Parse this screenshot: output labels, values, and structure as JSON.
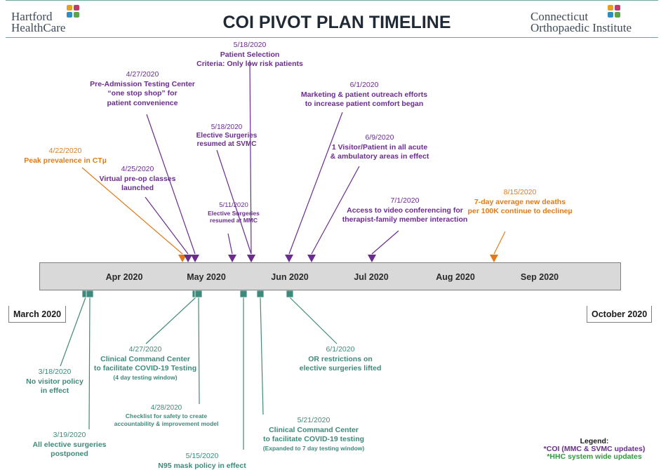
{
  "header": {
    "left_logo": [
      "Hartford",
      "HealthCare"
    ],
    "title": "COI PIVOT PLAN TIMELINE",
    "right_logo": [
      "Connecticut",
      "Orthopaedic Institute"
    ]
  },
  "colors": {
    "purple": "#6b2c8f",
    "teal": "#3e8a7a",
    "orange": "#e07b18",
    "bar": "#d9d9d9"
  },
  "timeline": {
    "months": [
      "Apr 2020",
      "May 2020",
      "Jun 2020",
      "Jul 2020",
      "Aug 2020",
      "Sep 2020"
    ],
    "start_label": "March 2020",
    "end_label": "October 2020"
  },
  "events_above": [
    {
      "date": "5/18/2020",
      "lines": [
        "Patient Selection",
        "Criteria: Only low risk patients"
      ],
      "kind": "coi"
    },
    {
      "date": "4/27/2020",
      "lines": [
        "Pre-Admission Testing Center",
        "“one stop shop” for",
        "patient convenience"
      ],
      "kind": "coi"
    },
    {
      "date": "6/1/2020",
      "lines": [
        "Marketing & patient outreach efforts",
        "to increase patient comfort began"
      ],
      "kind": "coi"
    },
    {
      "date": "5/18/2020",
      "lines": [
        "Elective Surgeries",
        "resumed at SVMC"
      ],
      "kind": "coi",
      "small": true
    },
    {
      "date": "6/9/2020",
      "lines": [
        "1 Visitor/Patient in all acute",
        "& ambulatory areas in effect"
      ],
      "kind": "coi"
    },
    {
      "date": "4/22/2020",
      "lines": [
        "Peak prevalence in CTµ"
      ],
      "kind": "hhc"
    },
    {
      "date": "4/25/2020",
      "lines": [
        "Virtual pre-op classes",
        "launched"
      ],
      "kind": "coi"
    },
    {
      "date": "5/11/2020",
      "lines": [
        "Elective Surgeries",
        "resumed at MMC"
      ],
      "kind": "coi",
      "small": true
    },
    {
      "date": "7/1/2020",
      "lines": [
        "Access to video conferencing for",
        "therapist-family member interaction"
      ],
      "kind": "coi"
    },
    {
      "date": "8/15/2020",
      "lines": [
        "7-day average new deaths",
        "per 100K continue to declineµ"
      ],
      "kind": "hhc"
    }
  ],
  "events_below": [
    {
      "date": "6/1/2020",
      "lines": [
        "OR restrictions on",
        "elective surgeries lifted"
      ]
    },
    {
      "date": "4/27/2020",
      "lines": [
        "Clinical Command Center",
        "to facilitate COVID-19 Testing"
      ],
      "note": "(4 day testing window)"
    },
    {
      "date": "3/18/2020",
      "lines": [
        "No visitor policy",
        "in effect"
      ]
    },
    {
      "date": "4/28/2020",
      "lines": [
        "Checklist for safety to create",
        "accountability & improvement model"
      ],
      "small": true
    },
    {
      "date": "5/21/2020",
      "lines": [
        "Clinical Command Center",
        "to facilitate COVID-19 testing"
      ],
      "note": "(Expanded to 7 day testing window)"
    },
    {
      "date": "3/19/2020",
      "lines": [
        "All elective surgeries",
        "postponed"
      ]
    },
    {
      "date": "5/15/2020",
      "lines": [
        "N95 mask policy in effect"
      ]
    }
  ],
  "legend": {
    "title": "Legend:",
    "coi": "*COI (MMC & SVMC updates)",
    "hhc": "*HHC system wide updates"
  }
}
